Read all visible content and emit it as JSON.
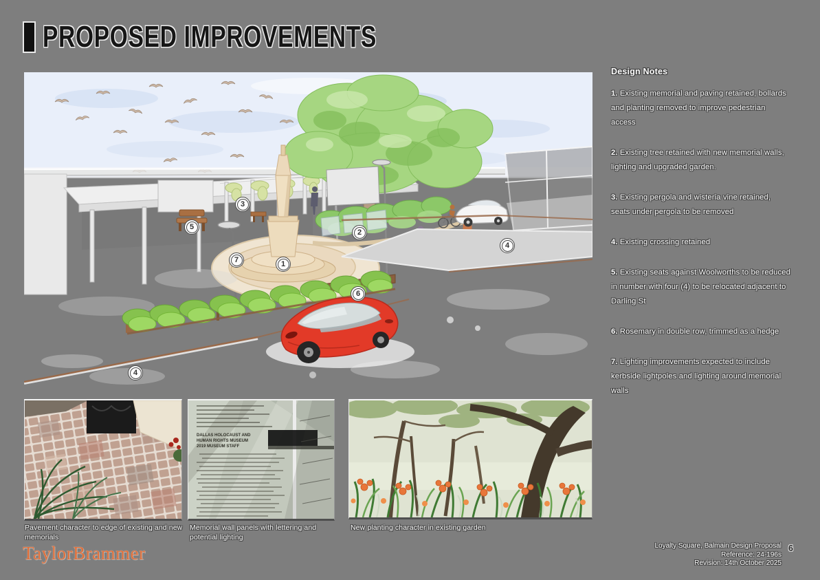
{
  "page": {
    "title": "PROPOSED IMPROVEMENTS",
    "background_color": "#7e7e7e",
    "page_number": "6"
  },
  "design_notes": {
    "heading": "Design Notes",
    "notes": [
      {
        "num": "1.",
        "text": "Existing memorial and paving retained, bollards and planting removed to improve pedestrian access"
      },
      {
        "num": "2.",
        "text": "Existing tree retained with new memorial walls, lighting and upgraded garden."
      },
      {
        "num": "3.",
        "text": "Existing pergola and wisteria vine retained, seats under pergola to be removed"
      },
      {
        "num": "4.",
        "text": "Existing crossing retained"
      },
      {
        "num": "5.",
        "text": "Existing seats against Woolworths to be reduced in number with four (4) to be relocated adjacent to Darling St"
      },
      {
        "num": "6.",
        "text": "Rosemary in double row, trimmed as a hedge"
      },
      {
        "num": "7.",
        "text": "Lighting improvements expected to include kerbside lightpoles and lighting around memorial walls"
      }
    ]
  },
  "illustration": {
    "description": "Watercolour perspective sketch of Loyalty Square, Balmain: memorial obelisk on circular plaza, large fig tree, pergola with wisteria, awning with seats, rosemary hedge, red car, pedestrian crossing, birds in sky",
    "markers": [
      {
        "label": "1",
        "target": "memorial-obelisk"
      },
      {
        "label": "2",
        "target": "upgraded-garden"
      },
      {
        "label": "3",
        "target": "pergola-wisteria"
      },
      {
        "label": "4",
        "target": "crossing-right"
      },
      {
        "label": "4",
        "target": "crossing-darling-st"
      },
      {
        "label": "5",
        "target": "seats-against-woolworths"
      },
      {
        "label": "6",
        "target": "rosemary-hedge"
      },
      {
        "label": "7",
        "target": "kerbside-lightpole"
      }
    ],
    "colors": {
      "sky_blue": "#e7eef9",
      "canopy_green": "#a6d681",
      "hedge_green": "#97d257",
      "memorial_tan": "#ecd9bb",
      "car_red": "#e23a28"
    }
  },
  "photos": [
    {
      "caption": "Pavement character to edge of existing and new memorials"
    },
    {
      "caption": "Memorial wall panels with lettering and potential lighting",
      "wall_text_lines": [
        "DALLAS HOLOCAUST AND",
        "HUMAN RIGHTS MUSEUM",
        "2019 MUSEUM STAFF"
      ]
    },
    {
      "caption": "New planting character in existing garden"
    }
  ],
  "footer": {
    "logo_text": "TaylorBrammer",
    "logo_color": "#e06f3a",
    "project_line1": "Loyalty Square, Balmain Design Proposal",
    "project_line2": "Reference: 24-196s",
    "project_line3": "Revision:  14th October 2025"
  }
}
